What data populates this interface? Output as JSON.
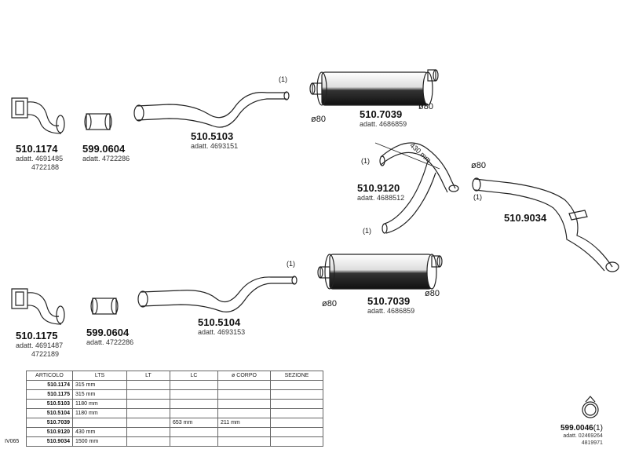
{
  "parts": {
    "p1": {
      "code": "510.1174",
      "adatt_prefix": "adatt.",
      "adatt": [
        "4691485",
        "4722188"
      ]
    },
    "p2": {
      "code": "599.0604",
      "adatt_prefix": "adatt.",
      "adatt": [
        "4722286"
      ]
    },
    "p3": {
      "code": "510.5103",
      "adatt_prefix": "adatt.",
      "adatt": [
        "4693151"
      ]
    },
    "p4": {
      "code": "510.7039",
      "adatt_prefix": "adatt.",
      "adatt": [
        "4686859"
      ]
    },
    "p5": {
      "code": "510.9120",
      "adatt_prefix": "adatt.",
      "adatt": [
        "4688512"
      ]
    },
    "p6": {
      "code": "510.9034"
    },
    "p7": {
      "code": "510.1175",
      "adatt_prefix": "adatt.",
      "adatt": [
        "4691487",
        "4722189"
      ]
    },
    "p8": {
      "code": "599.0604",
      "adatt_prefix": "adatt.",
      "adatt": [
        "4722286"
      ]
    },
    "p9": {
      "code": "510.5104",
      "adatt_prefix": "adatt.",
      "adatt": [
        "4693153"
      ]
    },
    "p10": {
      "code": "510.7039",
      "adatt_prefix": "adatt.",
      "adatt": [
        "4686859"
      ]
    },
    "p11": {
      "code": "599.0046",
      "suffix": "(1)",
      "adatt_prefix": "adatt.",
      "adatt": [
        "02469264",
        "4819971"
      ]
    }
  },
  "annotations": {
    "note": "(1)",
    "d80": "ø80",
    "len430": "430 mm"
  },
  "table": {
    "headers": [
      "ARTICOLO",
      "LTS",
      "LT",
      "LC",
      "ø CORPO",
      "SEZIONE"
    ],
    "rows": [
      [
        "510.1174",
        "315 mm",
        "",
        "",
        "",
        ""
      ],
      [
        "510.1175",
        "315 mm",
        "",
        "",
        "",
        ""
      ],
      [
        "510.5103",
        "1180 mm",
        "",
        "",
        "",
        ""
      ],
      [
        "510.5104",
        "1180 mm",
        "",
        "",
        "",
        ""
      ],
      [
        "510.7039",
        "",
        "",
        "653 mm",
        "211 mm",
        ""
      ],
      [
        "510.9120",
        "430 mm",
        "",
        "",
        "",
        ""
      ],
      [
        "510.9034",
        "1500 mm",
        "",
        "",
        "",
        ""
      ]
    ]
  },
  "page_code": "IV065"
}
